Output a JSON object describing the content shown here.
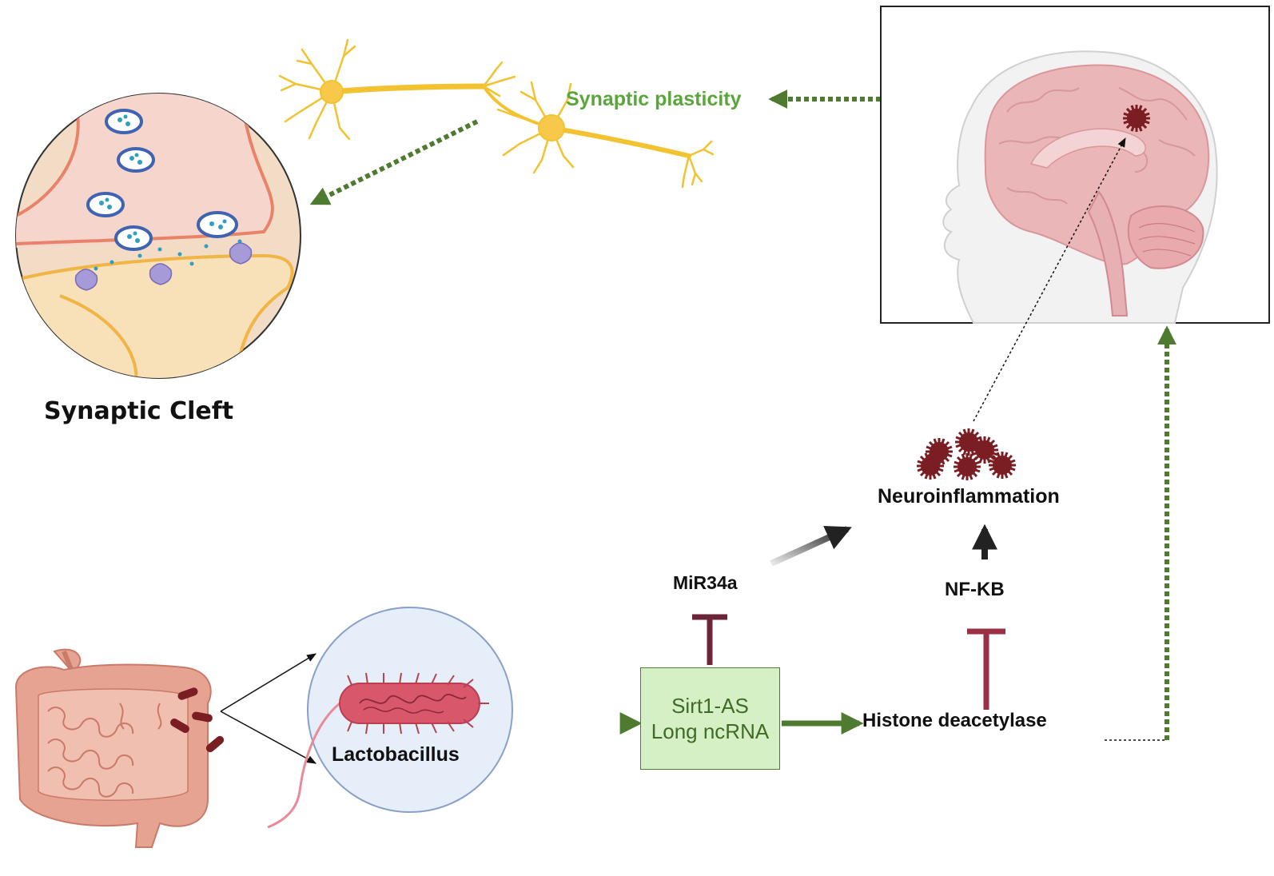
{
  "labels": {
    "synaptic_cleft": "Synaptic Cleft",
    "synaptic_plasticity": "Synaptic plasticity",
    "neuroinflammation": "Neuroinflammation",
    "mir34a": "MiR34a",
    "nfkb": "NF-KB",
    "sirt1_line1": "Sirt1-AS",
    "sirt1_line2": "Long ncRNA",
    "histone_deacetylase": "Histone deacetylase",
    "lactobacillus": "Lactobacillus"
  },
  "colors": {
    "activation_arrow": "#4f7b30",
    "inhibition_bar": "#8b2b3e",
    "neuron": "#f2c230",
    "inflammation_particle": "#7a1e24",
    "brain": "#eab6b8",
    "gut": "#e7a391",
    "synapse_bg": "#f2dcc6"
  },
  "icons": [
    "gut-icon",
    "bacterium-icon",
    "neuron-icon",
    "brain-icon",
    "synapse-icon",
    "inflammation-particle-icon"
  ]
}
